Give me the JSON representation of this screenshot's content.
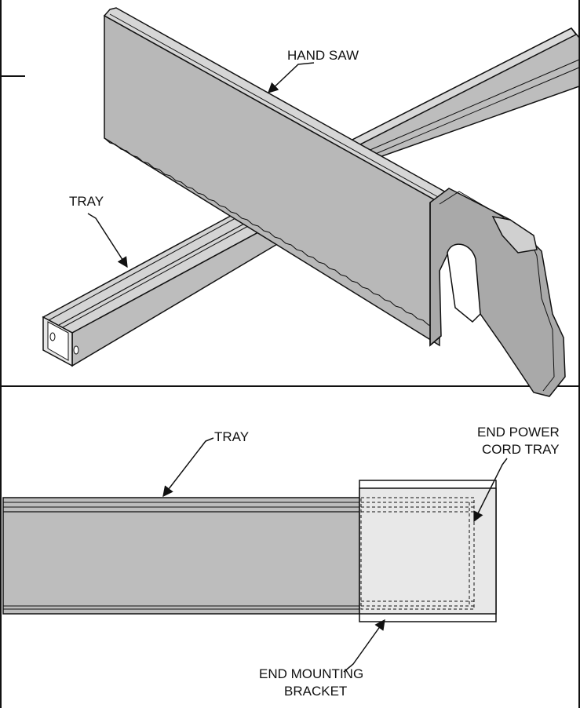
{
  "colors": {
    "metal": "#bdbdbd",
    "metal_light": "#d9d9d9",
    "metal_dark": "#8c8c8c",
    "handle": "#a9a9a9",
    "bracket": "#e8e8e8",
    "ink": "#111111"
  },
  "top_panel": {
    "labels": {
      "hand_saw": "HAND SAW",
      "tray": "TRAY"
    }
  },
  "bottom_panel": {
    "labels": {
      "tray": "TRAY",
      "end_power_cord_tray_line1": "END POWER",
      "end_power_cord_tray_line2": "CORD TRAY",
      "end_mounting_bracket_line1": "END MOUNTING",
      "end_mounting_bracket_line2": "BRACKET"
    }
  }
}
